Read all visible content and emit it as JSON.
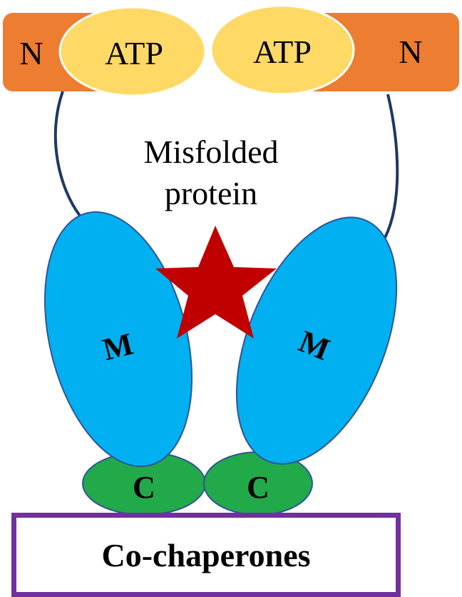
{
  "domains": {
    "n_left": "N",
    "n_right": "N",
    "atp_left": "ATP",
    "atp_right": "ATP",
    "m_left": "M",
    "m_right": "M",
    "c_left": "C",
    "c_right": "C"
  },
  "substrate": {
    "line1": "Misfolded",
    "line2": "protein"
  },
  "cochaperones": {
    "label": "Co-chaperones"
  },
  "colors": {
    "n_domain": "#ed7d31",
    "atp": "#ffd966",
    "m_domain": "#00b0f0",
    "c_domain": "#22a94a",
    "star": "#c00000",
    "box_border": "#7030a0",
    "linker": "#1f3864"
  }
}
